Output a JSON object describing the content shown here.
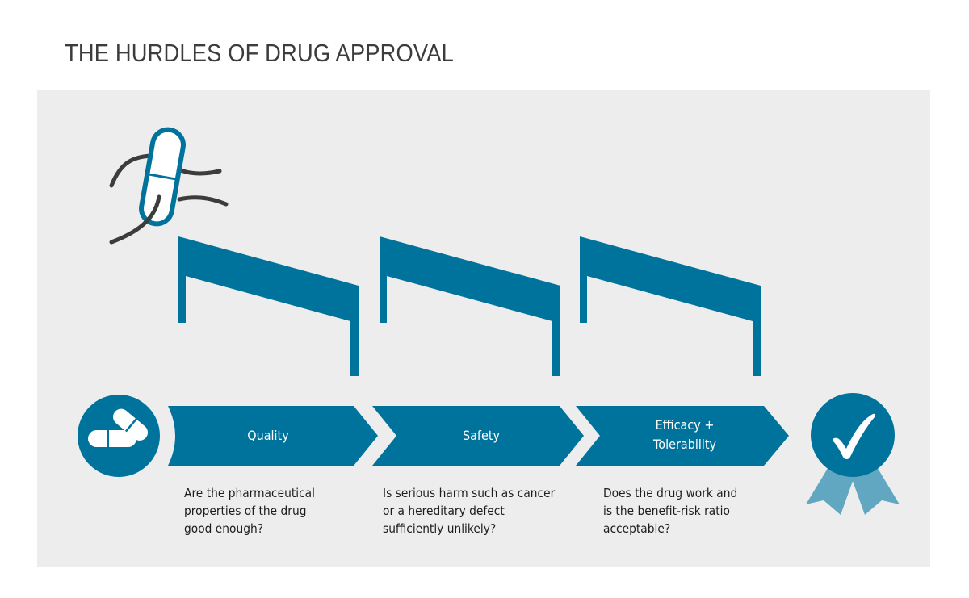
{
  "title": "THE HURDLES OF DRUG APPROVAL",
  "colors": {
    "primary": "#00739c",
    "ribbon": "#62a7c2",
    "panel": "#ededed",
    "text": "#1d1d1b",
    "title": "#3c3c3b"
  },
  "icons": {
    "runner": "running-pill-icon",
    "start": "pills-icon",
    "end": "checkmark-medal-icon"
  },
  "steps": [
    {
      "label": "Quality",
      "question": "Are the pharmaceutical\nproperties of the drug\ngood enough?"
    },
    {
      "label": "Safety",
      "question": "Is serious harm such as cancer\nor a hereditary defect\nsufficiently unlikely?"
    },
    {
      "label": "Efficacy +\nTolerability",
      "question": "Does the drug work and\nis the benefit-risk ratio\nacceptable?"
    }
  ]
}
